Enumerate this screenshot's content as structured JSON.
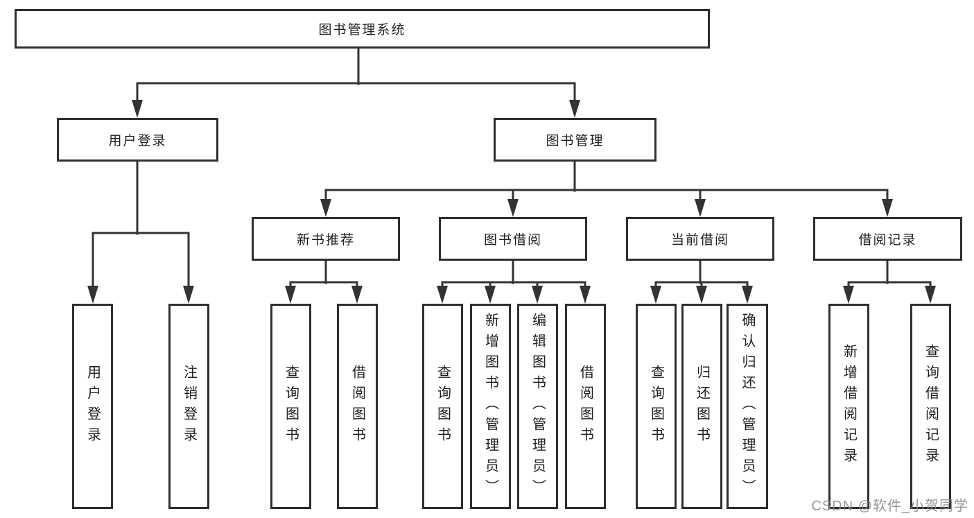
{
  "diagram": {
    "title": "图书管理系统",
    "branches": [
      {
        "label": "用户登录",
        "children": [
          "用户登录",
          "注销登录"
        ]
      },
      {
        "label": "图书管理",
        "sections": [
          {
            "label": "新书推荐",
            "children": [
              "查询图书",
              "借阅图书"
            ]
          },
          {
            "label": "图书借阅",
            "children": [
              "查询图书",
              "新增图书（管理员）",
              "编辑图书（管理员）",
              "借阅图书"
            ]
          },
          {
            "label": "当前借阅",
            "children": [
              "查询图书",
              "归还图书",
              "确认归还（管理员）"
            ]
          },
          {
            "label": "借阅记录",
            "children": [
              "新增借阅记录",
              "查询借阅记录"
            ]
          }
        ]
      }
    ]
  },
  "watermark": {
    "text": "CSDN @软件_小贺同学"
  },
  "colors": {
    "line": "#333333",
    "box_border": "#2e2e2e",
    "text": "#1f1f1f",
    "watermark": "#908a8a",
    "background": "#ffffff"
  }
}
